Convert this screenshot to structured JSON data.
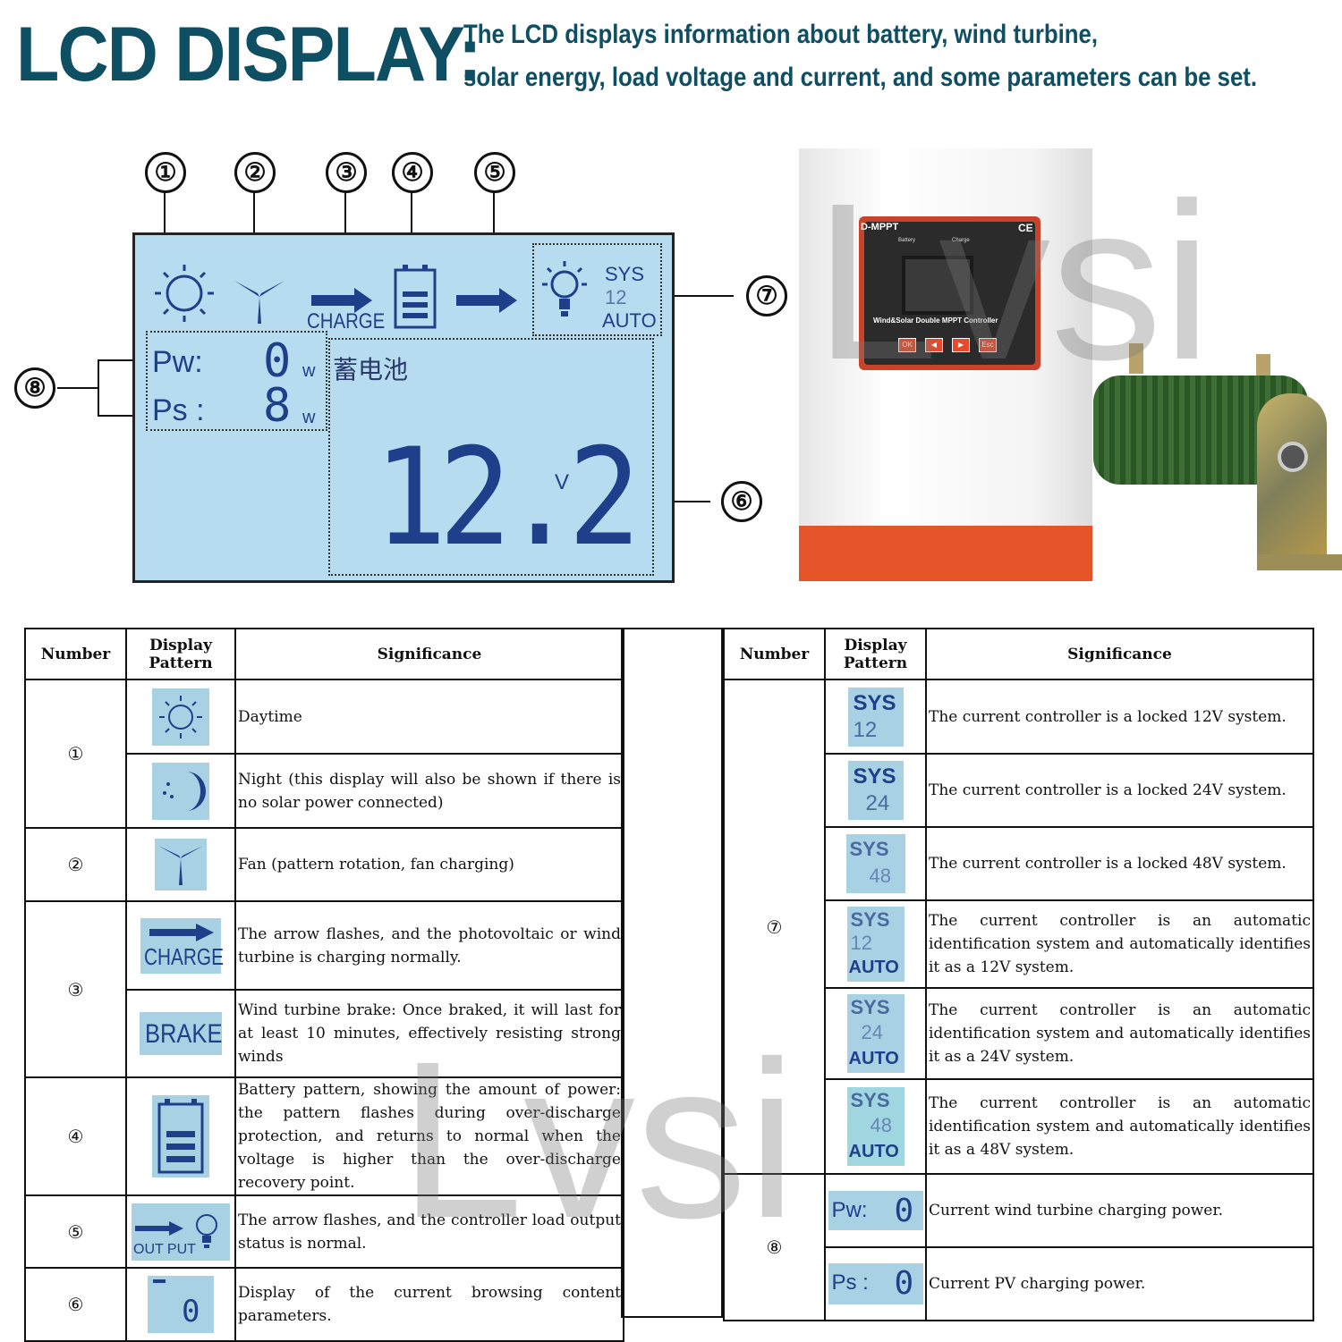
{
  "header": {
    "title": "LCD DISPLAY:",
    "line1": "The LCD displays information about battery, wind turbine,",
    "line2": "solar energy, load voltage and current, and some parameters can be set."
  },
  "callouts": [
    "①",
    "②",
    "③",
    "④",
    "⑤",
    "⑥",
    "⑦",
    "⑧"
  ],
  "lcd": {
    "charge": "CHARGE",
    "sys": "SYS",
    "sys_value": "12",
    "auto": "AUTO",
    "pw_label": "Pw:",
    "ps_label": "Ps :",
    "pw_value": "0",
    "ps_value": "8",
    "unit_w": "w",
    "battery_cn": "蓄电池",
    "voltage": "12.2",
    "unit_v": "V"
  },
  "device": {
    "brand": "D-MPPT",
    "ce": "CE",
    "battery_label": "Battery",
    "charge_label": "Charge",
    "controller_label": "Wind&Solar Double MPPT Controller",
    "buttons": [
      "OK",
      "◀",
      "▶",
      "Esc"
    ]
  },
  "watermark": "Lvsi",
  "table_headers": {
    "number": "Number",
    "pattern": "Display Pattern",
    "significance": "Significance"
  },
  "left_table": {
    "groups": {
      "g1": "①",
      "g2": "②",
      "g3": "③",
      "g4": "④",
      "g5": "⑤",
      "g6": "⑥"
    },
    "rows": [
      "Daytime",
      "Night (this display will also be shown if there is no solar power connected)",
      "Fan (pattern rotation, fan charging)",
      "The arrow flashes, and the photovoltaic or wind turbine is charging normally.",
      "Wind turbine brake: Once braked, it will last for at least 10 minutes, effectively resisting strong winds",
      "Battery pattern, showing the amount of power: the pattern flashes during over-discharge protection, and returns to normal when the voltage is higher than the over-discharge recovery point.",
      "The arrow flashes, and the controller load output status is normal.",
      "Display of the current browsing content parameters."
    ],
    "icons": {
      "charge": "CHARGE",
      "brake": "BRAKE",
      "output": "OUT PUT",
      "zero": "0"
    }
  },
  "right_table": {
    "groups": {
      "g7": "⑦",
      "g8": "⑧"
    },
    "rows": [
      "The current controller is a locked 12V system.",
      "The current controller is a locked 24V system.",
      "The current controller is a locked 48V system.",
      "The current controller is an automatic identification system and automatically identifies it as a 12V system.",
      "The current controller is an automatic identification system and automatically identifies it as a 24V system.",
      "The current controller is an automatic identification system and automatically identifies it as a 48V system.",
      "Current wind turbine charging power.",
      "Current PV charging power."
    ],
    "icons": {
      "sys": "SYS",
      "auto": "AUTO",
      "v12": "12",
      "v24": "24",
      "v48": "48",
      "pw": "Pw:",
      "ps": "Ps :",
      "zero": "0"
    }
  }
}
